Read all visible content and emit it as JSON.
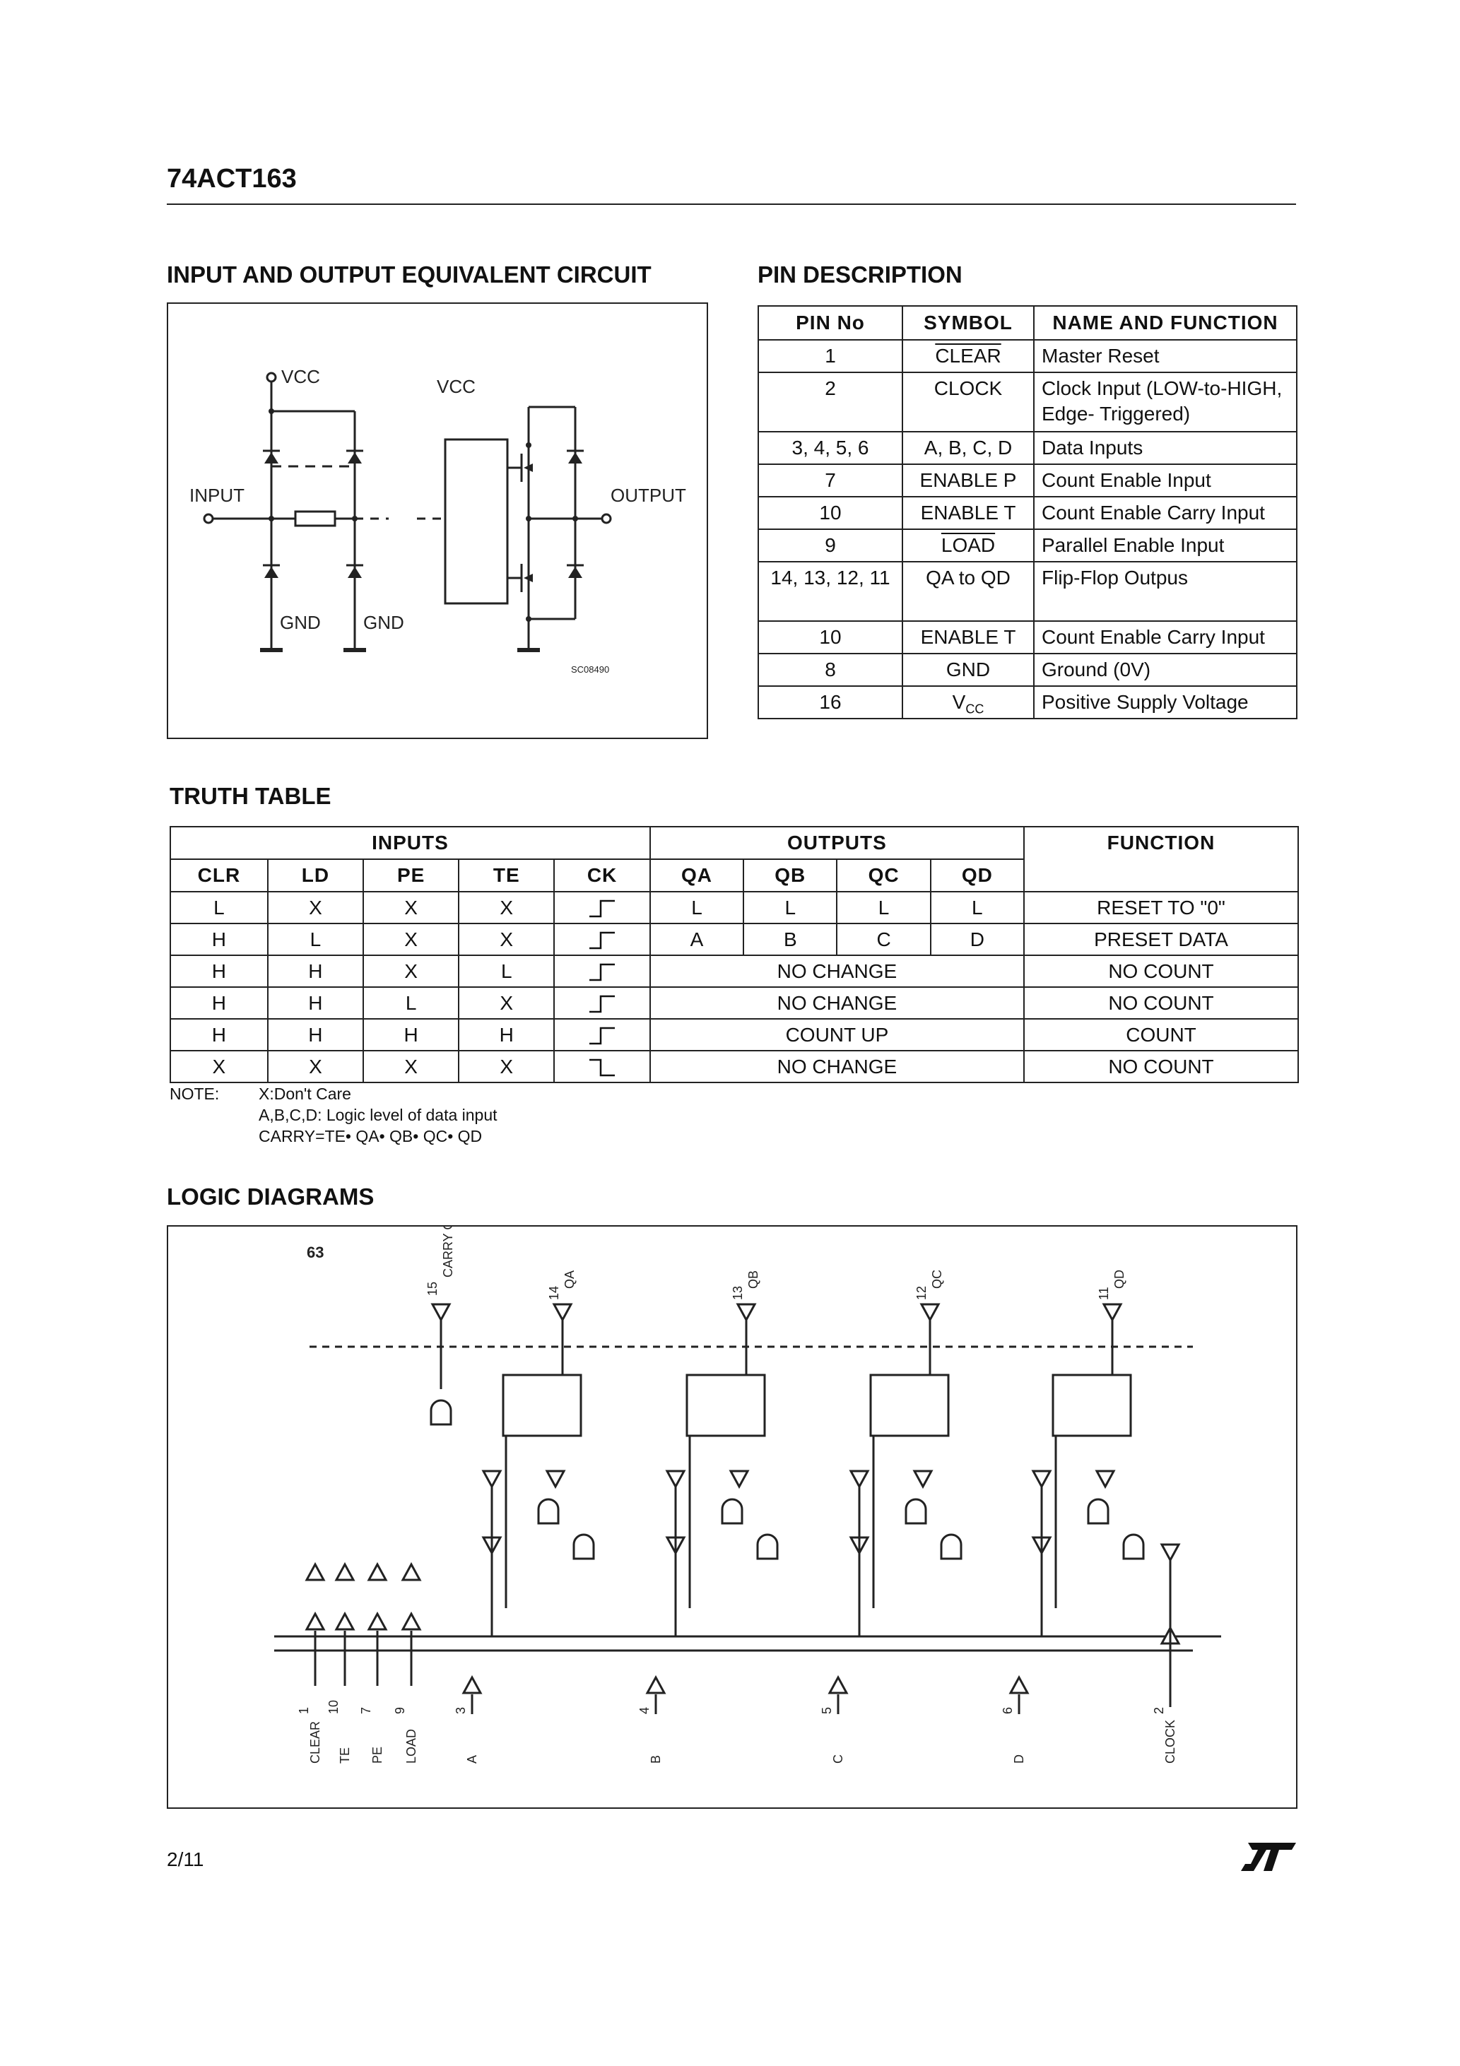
{
  "header": {
    "title": "74ACT163"
  },
  "sections": {
    "io_circuit": "INPUT AND OUTPUT EQUIVALENT CIRCUIT",
    "pin_description": "PIN DESCRIPTION",
    "truth_table": "TRUTH TABLE",
    "logic_diagrams": "LOGIC DIAGRAMS"
  },
  "io_circuit": {
    "vcc_left": "VCC",
    "vcc_right": "VCC",
    "input_label": "INPUT",
    "output_label": "OUTPUT",
    "gnd1": "GND",
    "gnd2": "GND",
    "code": "SC08490"
  },
  "pin_table": {
    "headers": [
      "PIN No",
      "SYMBOL",
      "NAME AND FUNCTION"
    ],
    "rows": [
      {
        "pin": "1",
        "symbol": "CLEAR",
        "function": "Master Reset"
      },
      {
        "pin": "2",
        "symbol": "CLOCK",
        "function": "Clock Input (LOW-to-HIGH, Edge- Triggered)"
      },
      {
        "pin": "3, 4, 5, 6",
        "symbol": "A, B, C, D",
        "function": "Data Inputs"
      },
      {
        "pin": "7",
        "symbol": "ENABLE P",
        "function": "Count Enable Input"
      },
      {
        "pin": "10",
        "symbol": "ENABLE T",
        "function": "Count Enable Carry Input"
      },
      {
        "pin": "9",
        "symbol": "LOAD",
        "function": "Parallel Enable Input"
      },
      {
        "pin": "14, 13, 12, 11",
        "symbol": "QA to QD",
        "function": "Flip-Flop Outpus"
      },
      {
        "pin": "10",
        "symbol": "ENABLE T",
        "function": "Count Enable Carry Input"
      },
      {
        "pin": "8",
        "symbol": "GND",
        "function": "Ground (0V)"
      },
      {
        "pin": "16",
        "symbol": "V",
        "symbol_sub": "CC",
        "function": "Positive Supply Voltage"
      }
    ]
  },
  "truth_table": {
    "groups": [
      "INPUTS",
      "OUTPUTS",
      "FUNCTION"
    ],
    "columns": [
      "CLR",
      "LD",
      "PE",
      "TE",
      "CK",
      "QA",
      "QB",
      "QC",
      "QD"
    ],
    "rows": [
      {
        "clr": "L",
        "ld": "X",
        "pe": "X",
        "te": "X",
        "ck": "rise",
        "qa": "L",
        "qb": "L",
        "qc": "L",
        "qd": "L",
        "function": "RESET TO \"0\""
      },
      {
        "clr": "H",
        "ld": "L",
        "pe": "X",
        "te": "X",
        "ck": "rise",
        "qa": "A",
        "qb": "B",
        "qc": "C",
        "qd": "D",
        "function": "PRESET DATA"
      },
      {
        "clr": "H",
        "ld": "H",
        "pe": "X",
        "te": "L",
        "ck": "rise",
        "out": "NO CHANGE",
        "function": "NO COUNT"
      },
      {
        "clr": "H",
        "ld": "H",
        "pe": "L",
        "te": "X",
        "ck": "rise",
        "out": "NO CHANGE",
        "function": "NO COUNT"
      },
      {
        "clr": "H",
        "ld": "H",
        "pe": "H",
        "te": "H",
        "ck": "rise",
        "out": "COUNT UP",
        "function": "COUNT"
      },
      {
        "clr": "X",
        "ld": "X",
        "pe": "X",
        "te": "X",
        "ck": "fall",
        "out": "NO CHANGE",
        "function": "NO COUNT"
      }
    ],
    "note_label": "NOTE:",
    "notes": [
      "X:Don't Care",
      "A,B,C,D: Logic level of data input",
      "CARRY=TE• QA• QB• QC• QD"
    ]
  },
  "logic": {
    "label": "63",
    "carry_pin": "15",
    "carry_label": "CARRY OUT",
    "outputs": [
      {
        "pin": "14",
        "name": "QA"
      },
      {
        "pin": "13",
        "name": "QB"
      },
      {
        "pin": "12",
        "name": "QC"
      },
      {
        "pin": "11",
        "name": "QD"
      }
    ],
    "inputs": [
      {
        "pin": "1",
        "name": "CLEAR"
      },
      {
        "pin": "10",
        "name": "TE"
      },
      {
        "pin": "7",
        "name": "PE"
      },
      {
        "pin": "9",
        "name": "LOAD"
      },
      {
        "pin": "3",
        "name": "A"
      },
      {
        "pin": "4",
        "name": "B"
      },
      {
        "pin": "5",
        "name": "C"
      },
      {
        "pin": "6",
        "name": "D"
      },
      {
        "pin": "2",
        "name": "CLOCK"
      }
    ]
  },
  "footer": {
    "page": "2/11",
    "logo": "ST"
  }
}
